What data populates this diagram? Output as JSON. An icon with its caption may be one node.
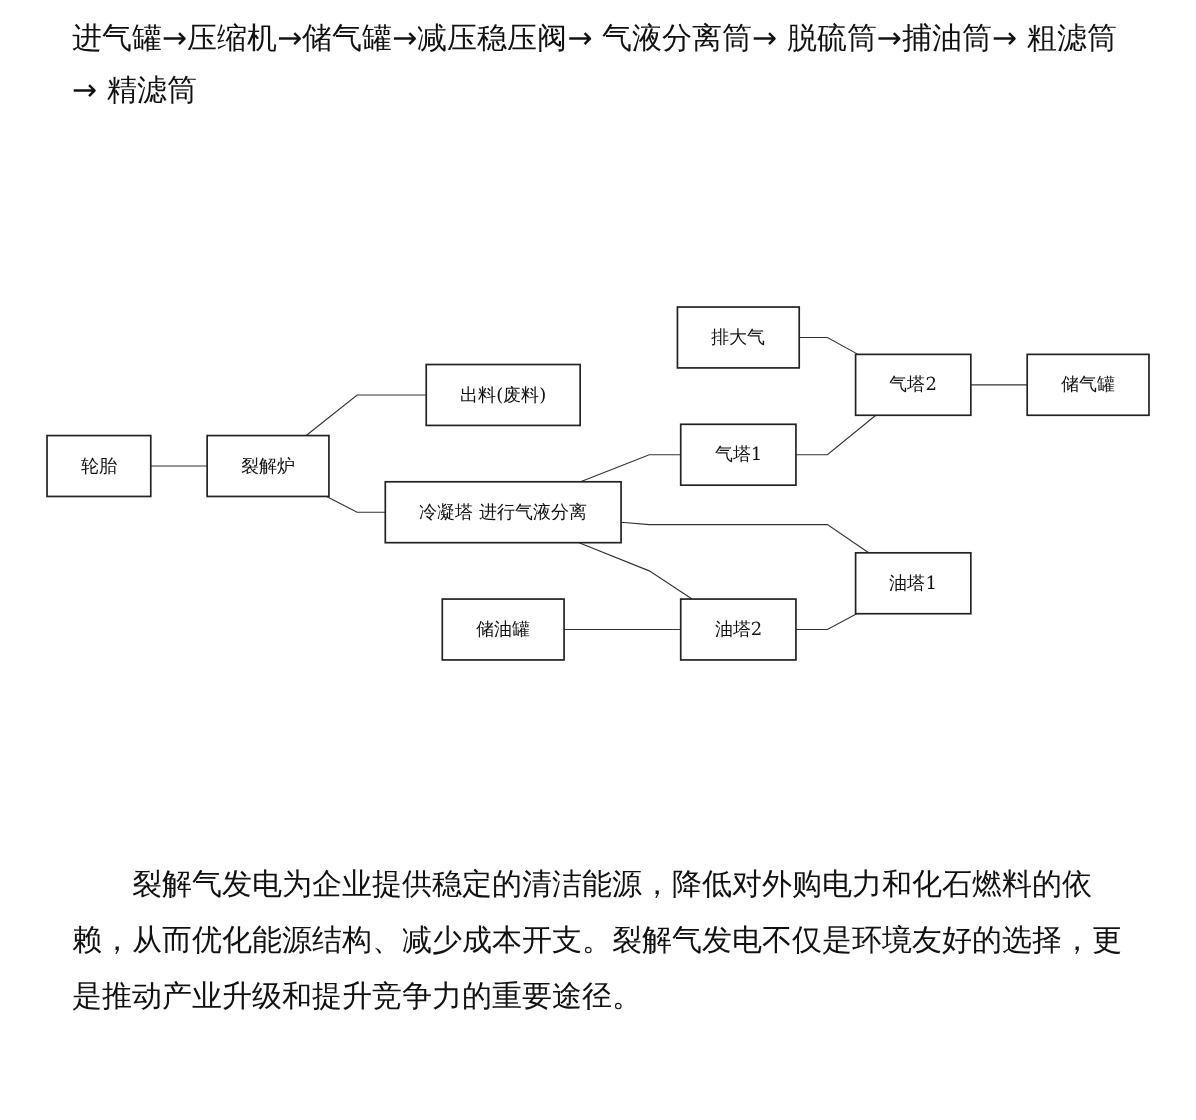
{
  "diagram": {
    "title": "进气罐→压缩机→储气罐→减压稳压阀→ 气液分离筒→ 脱硫筒→捕油筒→ 粗滤筒→ 精滤筒",
    "caption": "裂解气发电为企业提供稳定的清洁能源，降低对外购电力和化石燃料的依赖，从而优化能源结构、减少成本开支。裂解气发电不仅是环境友好的选择，更是推动产业升级和提升竞争力的重要途径。",
    "nodes": [
      {
        "text": [
          "轮胎"
        ]
      },
      {
        "text": [
          "裂解炉"
        ]
      },
      {
        "text": [
          "出料(废料)"
        ]
      },
      {
        "text": [
          "排大气"
        ]
      },
      {
        "text": [
          "冷凝塔 进行气液分离"
        ]
      },
      {
        "text": [
          "气塔1"
        ]
      },
      {
        "text": [
          "气塔2"
        ]
      },
      {
        "text": [
          "储气罐"
        ]
      },
      {
        "text": [
          "储油罐"
        ]
      },
      {
        "text": [
          "油塔2"
        ]
      },
      {
        "text": [
          "油塔1"
        ]
      }
    ],
    "edges": [
      {
        "from": 0,
        "to": 1,
        "arrow": "none"
      },
      {
        "from": 1,
        "to": 2,
        "arrow": "none"
      },
      {
        "from": 1,
        "to": 4,
        "arrow": "none"
      },
      {
        "from": 3,
        "to": 6,
        "arrow": "none"
      },
      {
        "from": 4,
        "to": 5,
        "arrow": "none"
      },
      {
        "from": 5,
        "to": 6,
        "arrow": "none"
      },
      {
        "from": 6,
        "to": 7,
        "arrow": "none"
      },
      {
        "from": 4,
        "to": 9,
        "arrow": "none"
      },
      {
        "from": 4,
        "to": 10,
        "arrow": "none"
      },
      {
        "from": 8,
        "to": 9,
        "arrow": "none"
      },
      {
        "from": 9,
        "to": 10,
        "arrow": "none"
      }
    ]
  }
}
